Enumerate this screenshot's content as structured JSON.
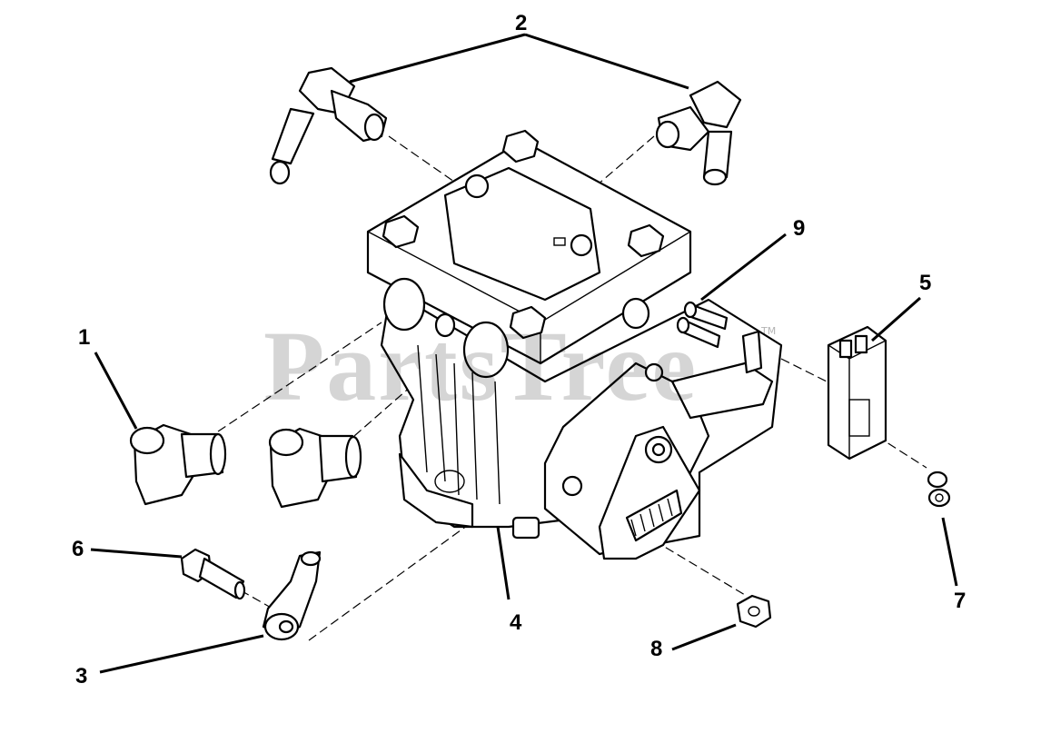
{
  "diagram": {
    "watermark": "PartsTree",
    "watermark_mark": "TM",
    "callouts": [
      {
        "id": "1",
        "label": "1"
      },
      {
        "id": "2",
        "label": "2"
      },
      {
        "id": "3",
        "label": "3"
      },
      {
        "id": "4",
        "label": "4"
      },
      {
        "id": "5",
        "label": "5"
      },
      {
        "id": "6",
        "label": "6"
      },
      {
        "id": "7",
        "label": "7"
      },
      {
        "id": "8",
        "label": "8"
      },
      {
        "id": "9",
        "label": "9"
      }
    ]
  }
}
